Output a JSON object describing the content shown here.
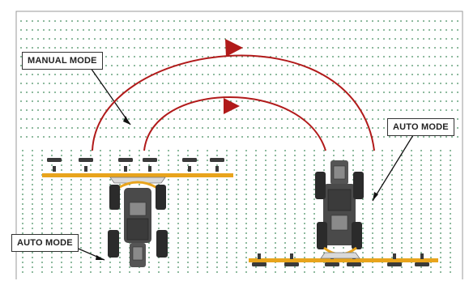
{
  "labels": {
    "manual_mode": "MANUAL MODE",
    "auto_mode_left": "AUTO MODE",
    "auto_mode_right": "AUTO MODE"
  },
  "colors": {
    "turn_arrow": "#b11a1a",
    "boom": "#e8a41c",
    "tractor_body": "#4a4a4a",
    "tire": "#2b2b2b",
    "field_dot": "#3d8a5a",
    "frame": "#999999"
  },
  "icons": {
    "turn_arrow": "curved-arrow-icon",
    "vehicle": "sprayer-tractor-icon"
  }
}
